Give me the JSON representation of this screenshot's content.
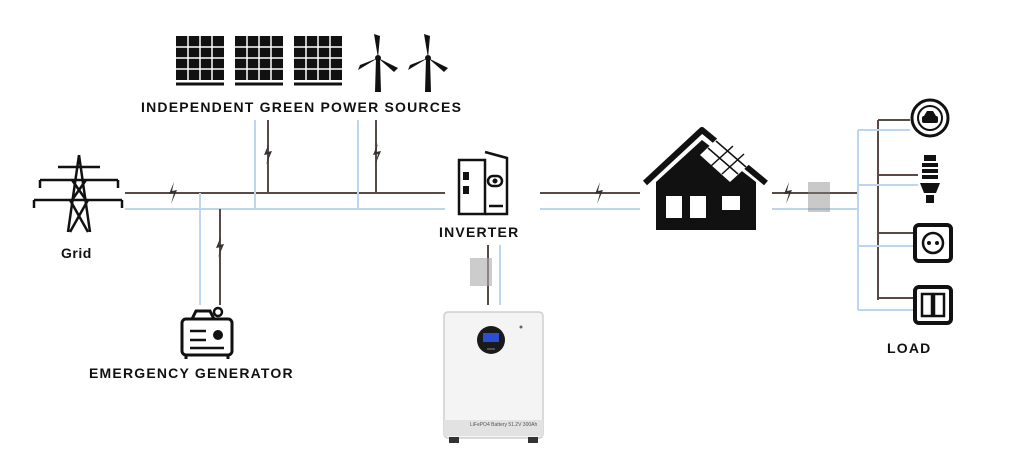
{
  "labels": {
    "sources": "INDEPENDENT GREEN POWER SOURCES",
    "grid": "Grid",
    "inverter": "INVERTER",
    "generator": "EMERGENCY GENERATOR",
    "load": "LOAD"
  },
  "battery": {
    "text": "LiFePO4 Battery 51.2V 300Ah"
  },
  "colors": {
    "dc_line": "#bcd6ee",
    "ac_line": "#5a4a46",
    "icon": "#111111"
  },
  "icons": {
    "solar": "solar-panel-icon",
    "wind": "wind-turbine-icon",
    "grid": "transmission-tower-icon",
    "generator": "generator-icon",
    "inverter": "inverter-icon",
    "house": "house-icon",
    "loads": [
      "ev-charger-icon",
      "light-bulb-icon",
      "power-socket-icon",
      "light-switch-icon"
    ]
  }
}
